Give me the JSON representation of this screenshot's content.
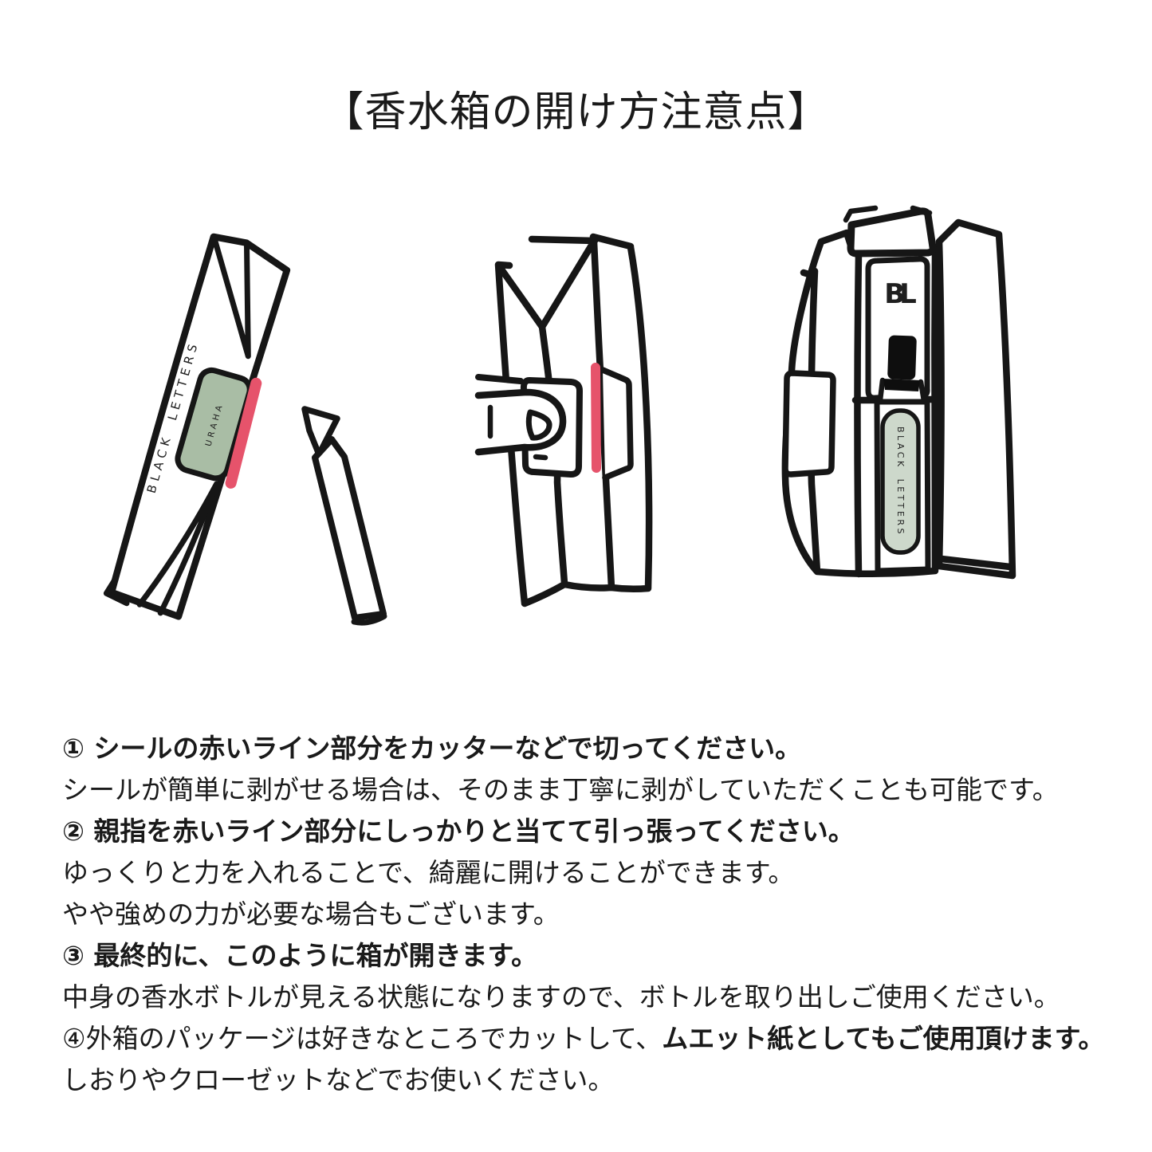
{
  "page": {
    "title": "【香水箱の開け方注意点】"
  },
  "colors": {
    "ink": "#161616",
    "red": "#e6536b",
    "label_green": "#a9bda5",
    "label_green_light": "#cdd8cb"
  },
  "illustrations": {
    "step1": {
      "name": "sealed-box-with-cutter",
      "brand_text": "BLACK LETTERS",
      "seal_text": "URAHA"
    },
    "step2": {
      "name": "thumb-pulling-red-line"
    },
    "step3": {
      "name": "opened-box-with-bottle",
      "logo_text": "BL",
      "bottle_label_text": "BLACK LETTERS"
    }
  },
  "instructions": [
    {
      "style": "bold",
      "text": "① シールの赤いライン部分をカッターなどで切ってください。"
    },
    {
      "style": "normal",
      "text": "シールが簡単に剥がせる場合は、そのまま丁寧に剥がしていただくことも可能です。"
    },
    {
      "style": "bold",
      "text": "② 親指を赤いライン部分にしっかりと当てて引っ張ってください。"
    },
    {
      "style": "normal",
      "text": "ゆっくりと力を入れることで、綺麗に開けることができます。"
    },
    {
      "style": "normal",
      "text": "やや強めの力が必要な場合もございます。"
    },
    {
      "style": "bold",
      "text": "③ 最終的に、このように箱が開きます。"
    },
    {
      "style": "normal",
      "text": "中身の香水ボトルが見える状態になりますので、ボトルを取り出しご使用ください。"
    },
    {
      "style": "mixed",
      "text": "④外箱のパッケージは好きなところでカットして、",
      "text_bold": "ムエット紙としてもご使用頂けます。"
    },
    {
      "style": "normal",
      "text": "しおりやクローゼットなどでお使いください。"
    }
  ]
}
